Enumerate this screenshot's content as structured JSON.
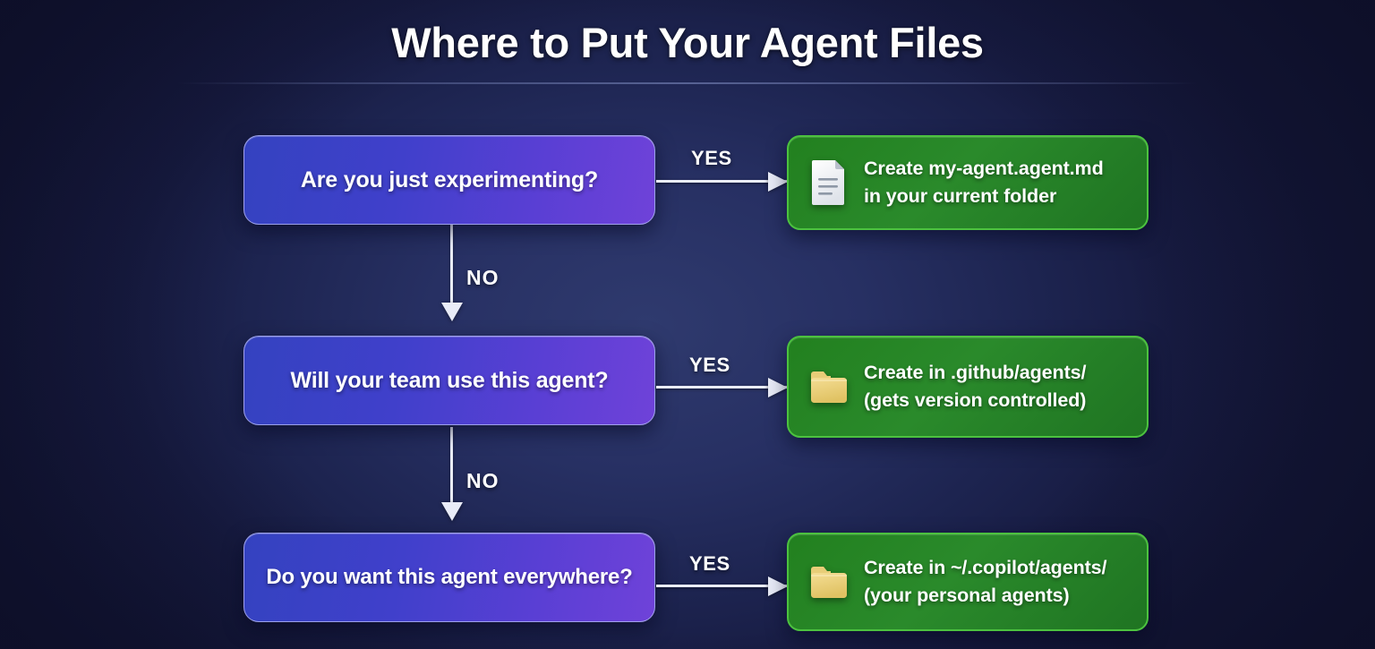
{
  "page": {
    "title": "Where to Put Your Agent Files",
    "theme": {
      "background_dark": "#141739",
      "background_center": "#2f3a6e",
      "decision_blue_start": "#3442c0",
      "decision_blue_end": "#6f42d9",
      "outcome_green": "#2a8a2b",
      "outcome_green_border": "#4cc23f",
      "arrow_white": "#e9ecf8",
      "text_white": "#ffffff",
      "folder_yellow": "#edd27a"
    }
  },
  "flow": {
    "rows": [
      {
        "decision": "Are you just experimenting?",
        "branch_yes": "YES",
        "branch_no": "NO",
        "outcome_icon": "document-icon",
        "outcome_line1": "Create my-agent.agent.md",
        "outcome_line2": "in your current folder"
      },
      {
        "decision": "Will your team use this agent?",
        "branch_yes": "YES",
        "branch_no": "NO",
        "outcome_icon": "folder-icon",
        "outcome_line1": "Create in .github/agents/",
        "outcome_line2": "(gets version controlled)"
      },
      {
        "decision": "Do you want this agent everywhere?",
        "branch_yes": "YES",
        "branch_no": "",
        "outcome_icon": "folder-icon",
        "outcome_line1": "Create in ~/.copilot/agents/",
        "outcome_line2": "(your personal agents)"
      }
    ]
  }
}
